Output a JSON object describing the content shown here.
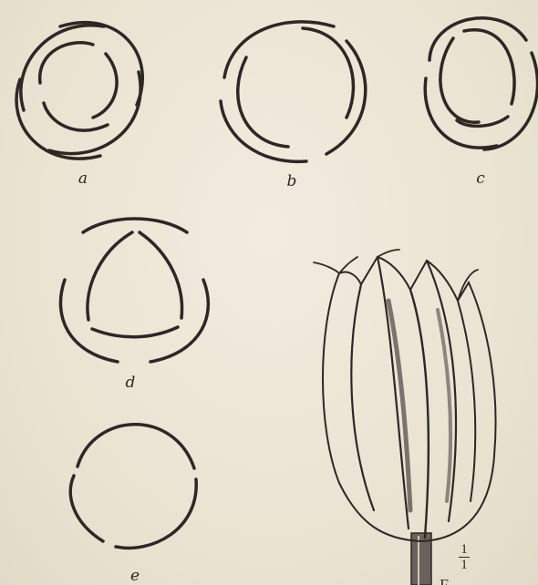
{
  "figure": {
    "labels": {
      "a": "a",
      "b": "b",
      "c": "c",
      "d": "d",
      "e": "e"
    },
    "scale": {
      "numerator": "1",
      "denominator": "1"
    },
    "cropped_mark": "F"
  },
  "colors": {
    "paper": "#ece6d6",
    "ink": "#2e2824"
  }
}
